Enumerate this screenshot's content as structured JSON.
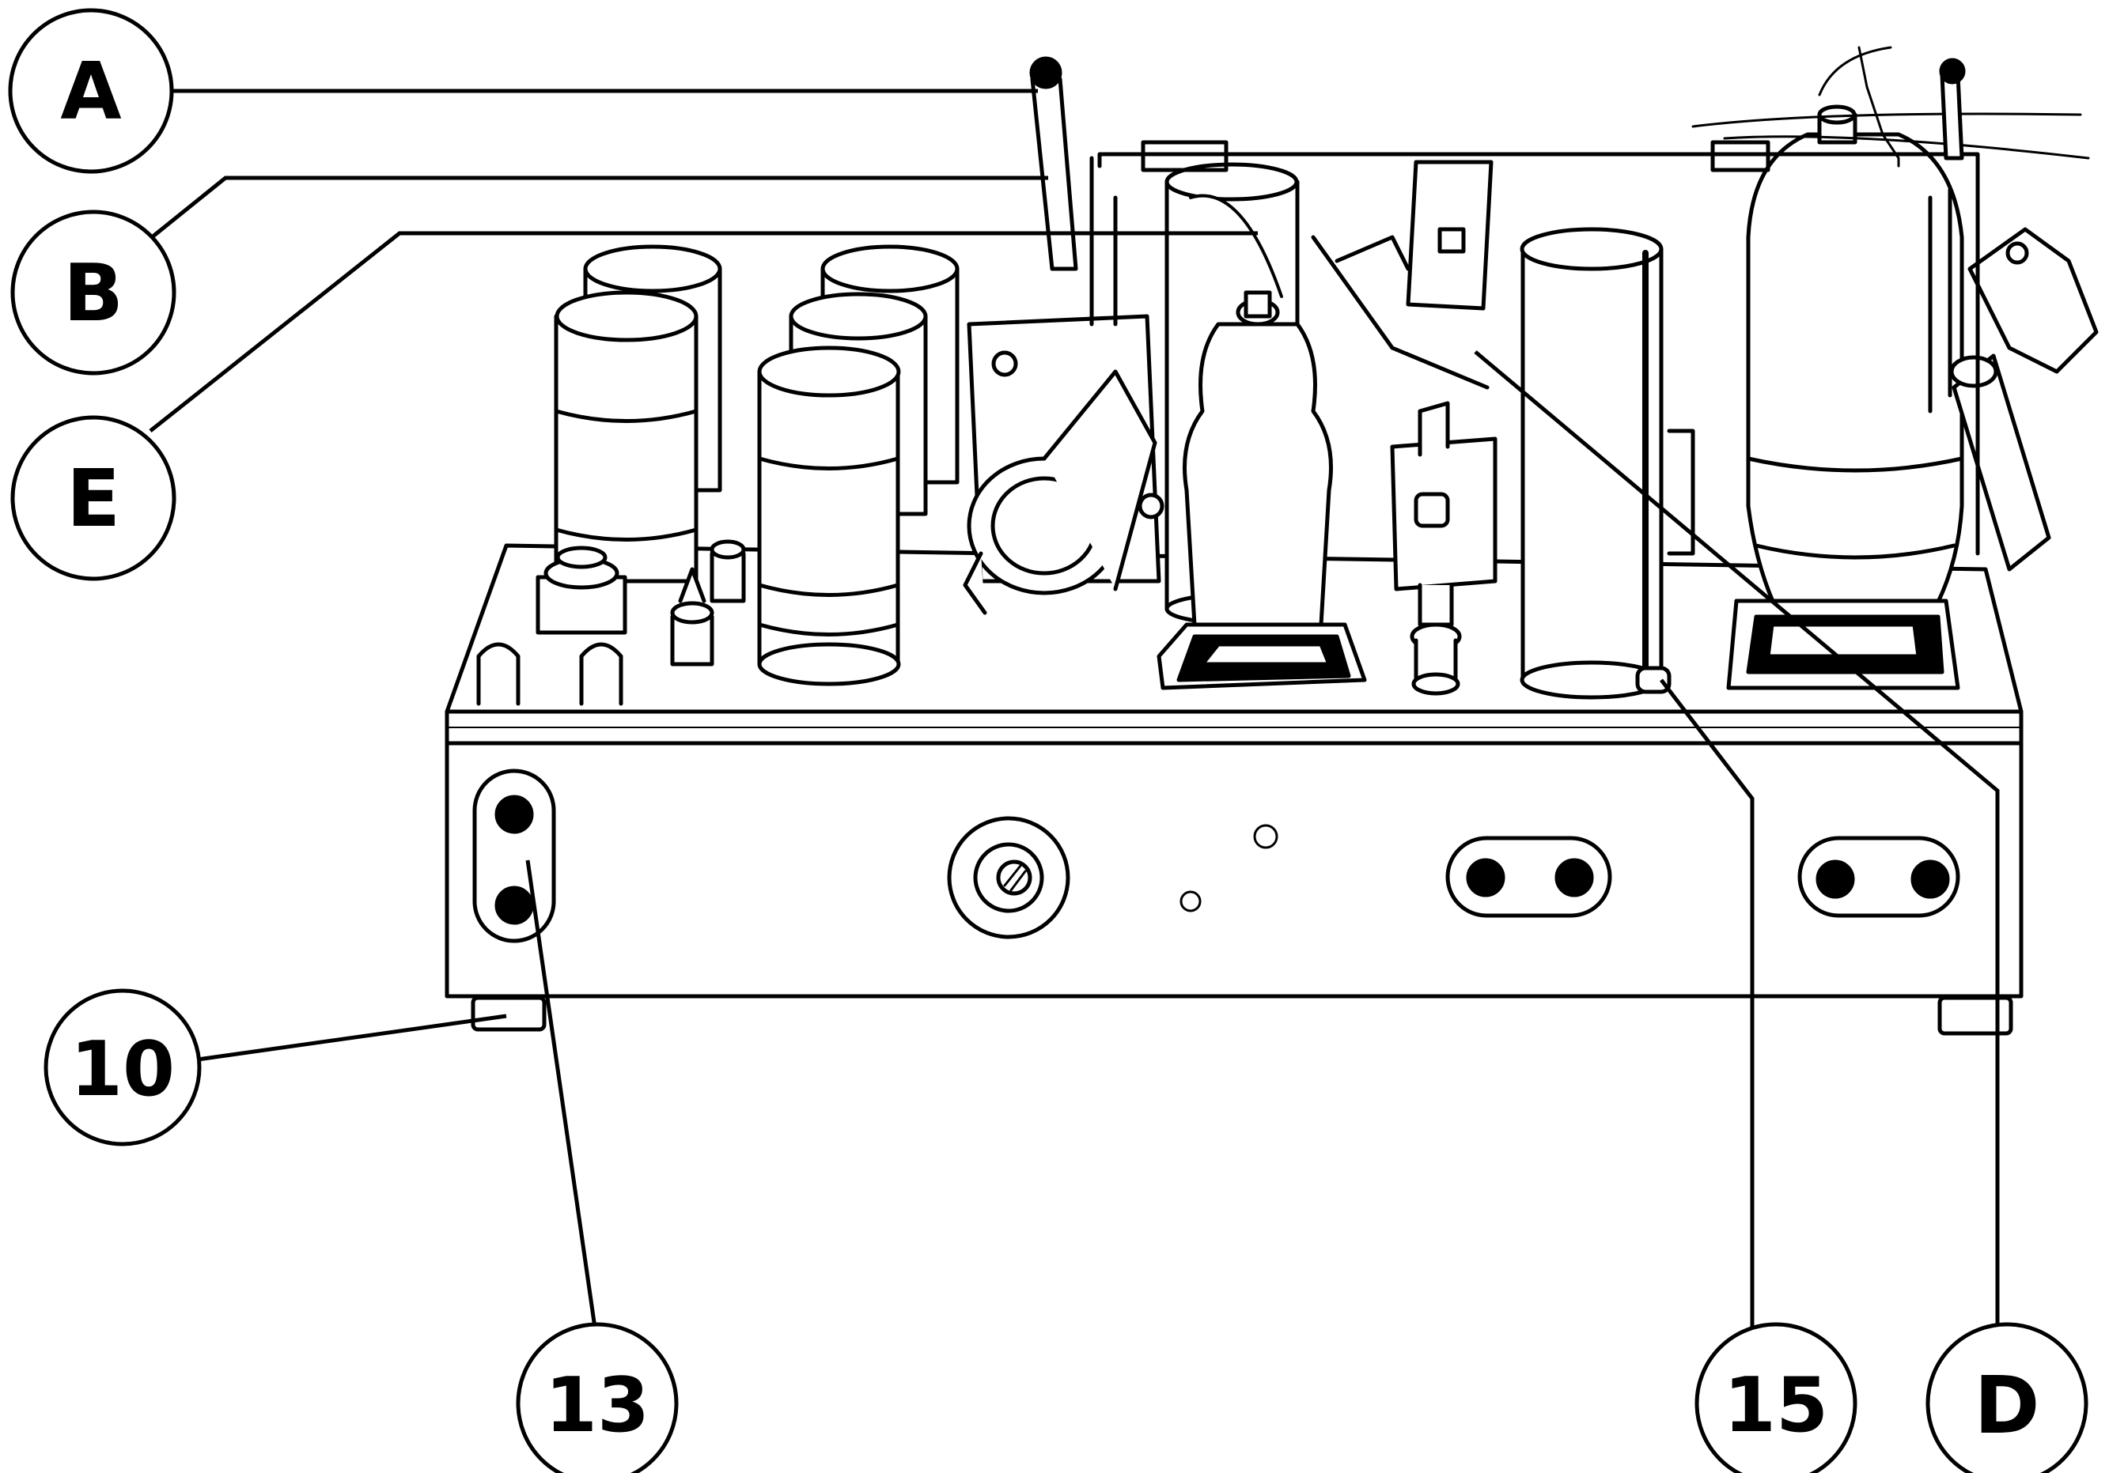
{
  "callouts": {
    "A": "A",
    "B": "B",
    "E": "E",
    "10": "10",
    "13": "13",
    "15": "15",
    "D": "D"
  },
  "colors": {
    "ink": "#000000",
    "paper": "#ffffff"
  }
}
